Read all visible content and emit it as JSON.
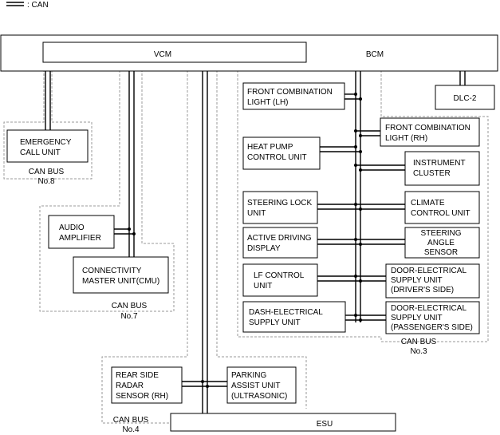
{
  "legend": {
    "label": ": CAN"
  },
  "modules": {
    "vcm": "VCM",
    "bcm": "BCM",
    "esu": "ESU",
    "dlc2": "DLC-2",
    "emergency_call": [
      "EMERGENCY",
      "CALL UNIT"
    ],
    "audio_amplifier": [
      "AUDIO",
      "AMPLIFIER"
    ],
    "cmu": [
      "CONNECTIVITY",
      "MASTER UNIT(CMU)"
    ],
    "rear_side_radar": [
      "REAR SIDE",
      "RADAR",
      "SENSOR (RH)"
    ],
    "parking_assist": [
      "PARKING",
      "ASSIST UNIT",
      "(ULTRASONIC)"
    ],
    "front_comb_lh": [
      "FRONT COMBINATION",
      "LIGHT (LH)"
    ],
    "front_comb_rh": [
      "FRONT COMBINATION",
      "LIGHT (RH)"
    ],
    "heat_pump": [
      "HEAT PUMP",
      "CONTROL UNIT"
    ],
    "instrument_cluster": [
      "INSTRUMENT",
      "CLUSTER"
    ],
    "steering_lock": [
      "STEERING LOCK",
      "UNIT"
    ],
    "climate_control": [
      "CLIMATE",
      "CONTROL UNIT"
    ],
    "active_driving_display": [
      "ACTIVE DRIVING",
      "DISPLAY"
    ],
    "steering_angle": [
      "STEERING",
      "ANGLE",
      "SENSOR"
    ],
    "lf_control": [
      "LF CONTROL",
      "UNIT"
    ],
    "door_driver": [
      "DOOR-ELECTRICAL",
      "SUPPLY UNIT",
      "(DRIVER'S SIDE)"
    ],
    "dash_electrical": [
      "DASH-ELECTRICAL",
      "SUPPLY UNIT"
    ],
    "door_passenger": [
      "DOOR-ELECTRICAL",
      "SUPPLY UNIT",
      "(PASSENGER'S SIDE)"
    ]
  },
  "buses": {
    "bus8": [
      "CAN BUS",
      "No.8"
    ],
    "bus7": [
      "CAN BUS",
      "No.7"
    ],
    "bus3": [
      "CAN BUS",
      "No.3"
    ],
    "bus4": [
      "CAN BUS",
      "No.4"
    ]
  }
}
